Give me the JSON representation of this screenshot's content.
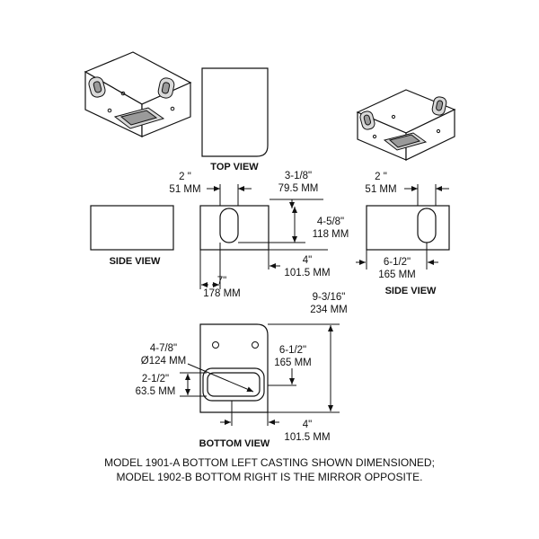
{
  "views": {
    "top": "TOP VIEW",
    "side_left": "SIDE VIEW",
    "side_right": "SIDE VIEW",
    "bottom": "BOTTOM VIEW"
  },
  "dims": {
    "front_hole_x": {
      "imperial": "2 \"",
      "metric": "51 MM"
    },
    "front_hole_offset": {
      "imperial": "3-1/8\"",
      "metric": "79.5 MM"
    },
    "front_height": {
      "imperial": "4-5/8\"",
      "metric": "118 MM"
    },
    "front_depth": {
      "imperial": "4\"",
      "metric": "101.5 MM"
    },
    "front_width": {
      "imperial": "7\"",
      "metric": "178 MM"
    },
    "right_hole_x": {
      "imperial": "2 \"",
      "metric": "51 MM"
    },
    "right_width": {
      "imperial": "6-1/2\"",
      "metric": "165 MM"
    },
    "bottom_length": {
      "imperial": "9-3/16\"",
      "metric": "234 MM"
    },
    "bottom_diameter": {
      "imperial": "4-7/8\"",
      "metric": "Ø124 MM"
    },
    "bottom_offset": {
      "imperial": "6-1/2\"",
      "metric": "165 MM"
    },
    "bottom_slot": {
      "imperial": "2-1/2\"",
      "metric": "63.5 MM"
    },
    "bottom_depth": {
      "imperial": "4\"",
      "metric": "101.5 MM"
    }
  },
  "note": {
    "line1": "MODEL 1901-A BOTTOM LEFT CASTING SHOWN DIMENSIONED;",
    "line2": "MODEL 1902-B BOTTOM RIGHT IS THE MIRROR OPPOSITE."
  }
}
